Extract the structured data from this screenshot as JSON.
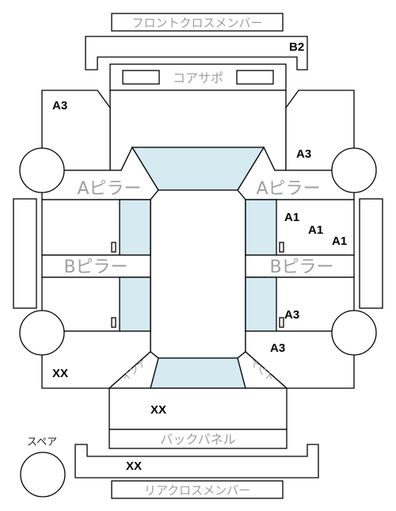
{
  "labels": {
    "front_cross_member": "フロントクロスメンバー",
    "core_support": "コアサポ",
    "a_pillar_left": "Aピラー",
    "a_pillar_right": "Aピラー",
    "b_pillar_left": "Bピラー",
    "b_pillar_right": "Bピラー",
    "inner_left": "インナ",
    "inner_right": "インナ",
    "back_panel": "バックパネル",
    "rear_cross_member": "リアクロスメンバー",
    "spare": "スペア"
  },
  "marks": {
    "b2": "B2",
    "a3_front_left": "A3",
    "a3_front_right": "A3",
    "a1_top": "A1",
    "a1_middle": "A1",
    "a1_right": "A1",
    "a3_door_right": "A3",
    "a3_rear_right": "A3",
    "xx_rear_left": "XX",
    "xx_trunk": "XX",
    "xx_rear_member": "XX"
  },
  "colors": {
    "glass": "#d5eaf1",
    "line": "#000000",
    "part_label": "#9e9e9e"
  }
}
